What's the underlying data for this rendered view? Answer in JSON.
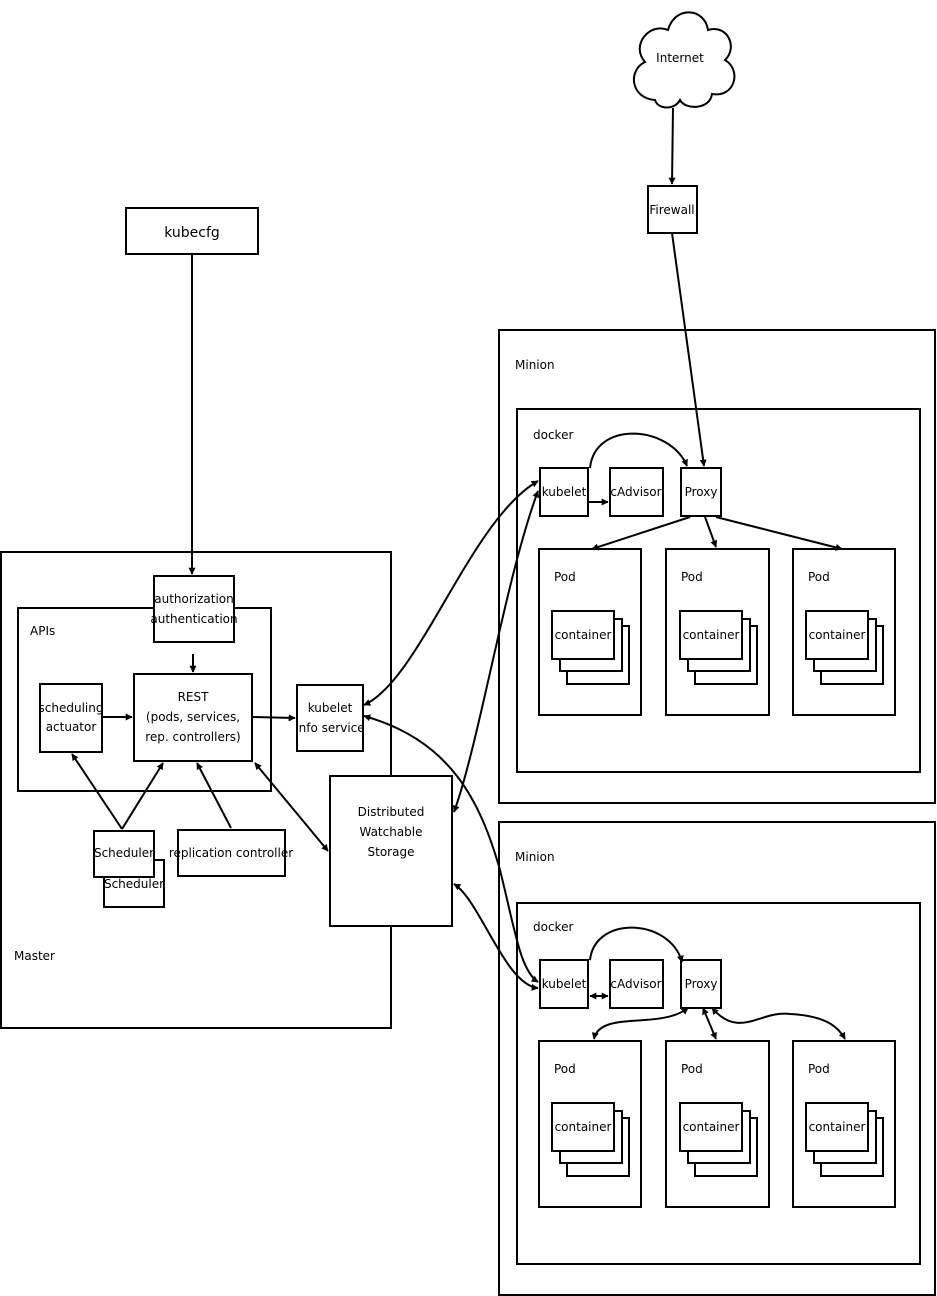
{
  "cloud": {
    "label": "Internet"
  },
  "firewall": {
    "label": "Firewall"
  },
  "kubecfg": {
    "label": "kubecfg"
  },
  "master": {
    "label": "Master",
    "auth": [
      "authorization",
      "authentication"
    ],
    "apis_label": "APIs",
    "scheduling_actuator": [
      "scheduling",
      "actuator"
    ],
    "rest": [
      "REST",
      "(pods, services,",
      "rep. controllers)"
    ],
    "kubelet_info": [
      "kubelet",
      "info service"
    ],
    "storage": [
      "Distributed",
      "Watchable",
      "Storage"
    ],
    "scheduler_front": "Scheduler",
    "scheduler_back": "Scheduler",
    "replication_controller": "replication controller"
  },
  "minions": [
    {
      "label": "Minion",
      "docker_label": "docker",
      "kubelet": "kubelet",
      "cadvisor": "cAdvisor",
      "proxy": "Proxy",
      "pods": [
        {
          "label": "Pod",
          "container": "container"
        },
        {
          "label": "Pod",
          "container": "container"
        },
        {
          "label": "Pod",
          "container": "container"
        }
      ]
    },
    {
      "label": "Minion",
      "docker_label": "docker",
      "kubelet": "kubelet",
      "cadvisor": "cAdvisor",
      "proxy": "Proxy",
      "pods": [
        {
          "label": "Pod",
          "container": "container"
        },
        {
          "label": "Pod",
          "container": "container"
        },
        {
          "label": "Pod",
          "container": "container"
        }
      ]
    }
  ]
}
